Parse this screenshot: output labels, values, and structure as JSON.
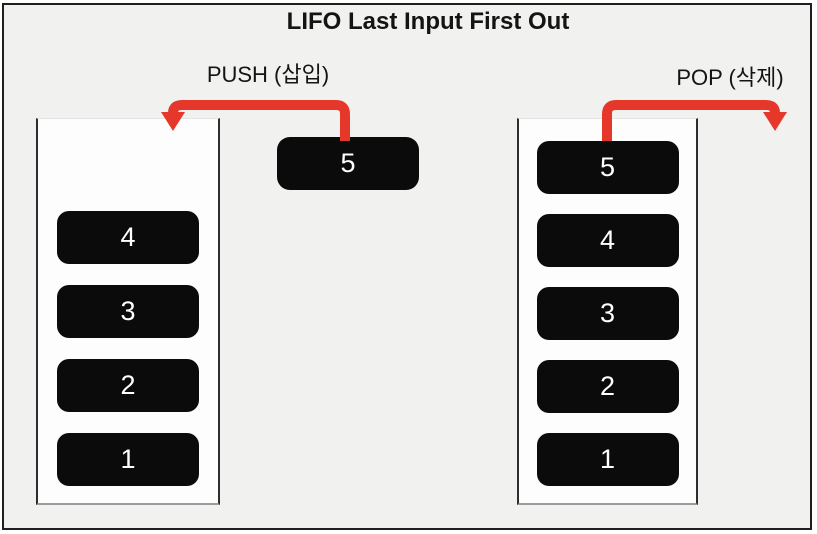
{
  "diagram": {
    "title": "LIFO Last Input First Out",
    "push_label": "PUSH (삽입)",
    "pop_label": "POP (삭제)",
    "incoming_block": "5",
    "left_stack": {
      "items": [
        "4",
        "3",
        "2",
        "1"
      ]
    },
    "right_stack": {
      "items": [
        "5",
        "4",
        "3",
        "2",
        "1"
      ]
    },
    "colors": {
      "background": "#f1f1f0",
      "frame_border": "#1f1f1f",
      "container_fill": "#fdfdfd",
      "block_fill": "#0b0b0b",
      "block_text": "#ffffff",
      "arrow_red": "#e6372b"
    }
  }
}
